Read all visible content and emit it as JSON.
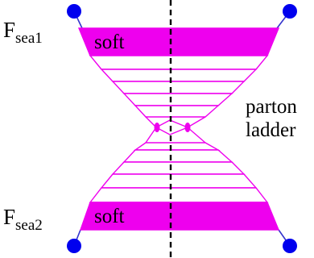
{
  "labels": {
    "f_top_main": "F",
    "f_top_sub": "sea1",
    "f_bottom_main": "F",
    "f_bottom_sub": "sea2",
    "soft_top": "soft",
    "soft_bottom": "soft",
    "side_line1": "parton",
    "side_line2": "ladder"
  },
  "colors": {
    "magenta": "#ee00ee",
    "blob_blue": "#0000ee",
    "link_blue": "#3333cc",
    "ink": "#000000"
  }
}
